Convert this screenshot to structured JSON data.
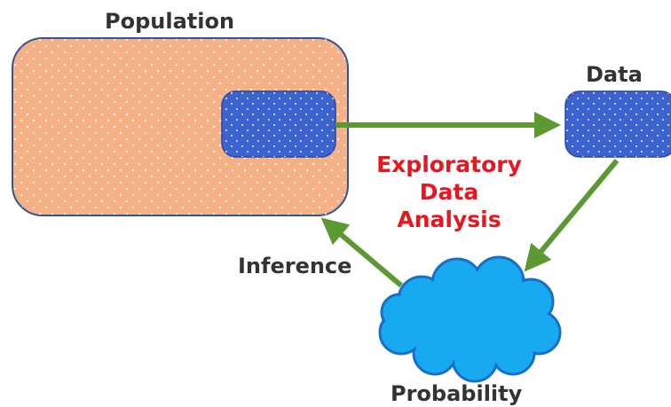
{
  "labels": {
    "population": "Population",
    "data": "Data",
    "inference": "Inference",
    "probability": "Probability"
  },
  "center_text": [
    "Exploratory",
    "Data",
    "Analysis"
  ],
  "colors": {
    "population_fill": "#f5b185",
    "population_border": "#2f5597",
    "sample_fill": "#3d63d1",
    "data_fill": "#3d63d1",
    "arrow": "#5c9933",
    "cloud_fill": "#17aaf0",
    "cloud_border": "#1a6ec6",
    "center_text": "#e8161f",
    "label_text": "#333333"
  }
}
